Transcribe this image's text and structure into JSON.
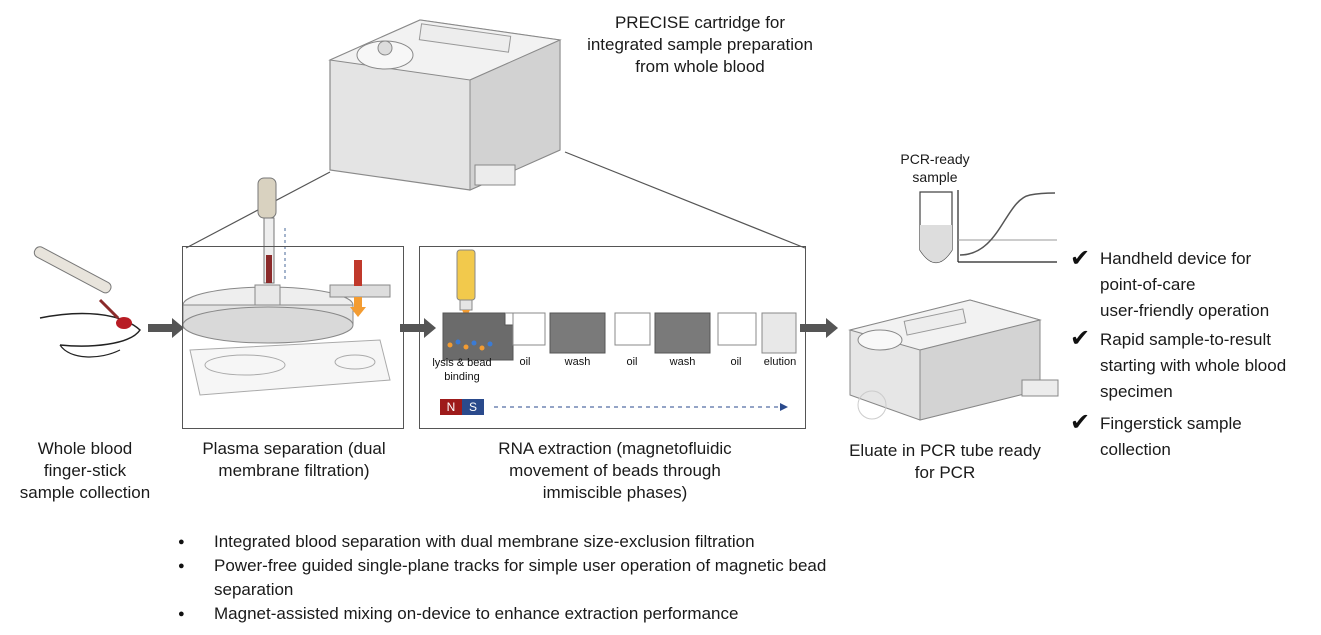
{
  "cartridge_title": [
    "PRECISE cartridge for",
    "integrated sample preparation",
    "from whole blood"
  ],
  "pcr_ready": [
    "PCR-ready",
    "sample"
  ],
  "captions": {
    "blood": [
      "Whole blood",
      "finger-stick",
      "sample collection"
    ],
    "plasma": [
      "Plasma separation (dual",
      "membrane filtration)"
    ],
    "rna": [
      "RNA extraction (magnetofluidic",
      "movement of beads through",
      "immiscible phases)"
    ],
    "eluate": [
      "Eluate in PCR tube ready",
      "for PCR"
    ]
  },
  "wells": [
    "lysis & bead binding",
    "oil",
    "wash",
    "oil",
    "wash",
    "oil",
    "elution"
  ],
  "magnet": {
    "north": "N",
    "south": "S"
  },
  "checklist": [
    {
      "mark": "✔",
      "lines": [
        "Handheld device for",
        "point-of-care",
        "user-friendly operation"
      ]
    },
    {
      "mark": "✔",
      "lines": [
        "Rapid sample-to-result",
        "starting with whole blood",
        "specimen"
      ]
    },
    {
      "mark": "✔",
      "lines": [
        "Fingerstick sample",
        "collection"
      ]
    }
  ],
  "bullets": [
    "Integrated blood separation with dual membrane size-exclusion filtration",
    "Power-free guided single-plane tracks for simple user operation of magnetic bead separation",
    "Magnet-assisted mixing on-device to enhance extraction performance"
  ],
  "colors": {
    "blood": "#b81c24",
    "magnet_n": "#9e1b1b",
    "magnet_s": "#2a4a8c",
    "bead_orange": "#f39c32",
    "bead_blue": "#3a7bd5",
    "reagent": "#f2c94c",
    "arrow": "#555555"
  }
}
